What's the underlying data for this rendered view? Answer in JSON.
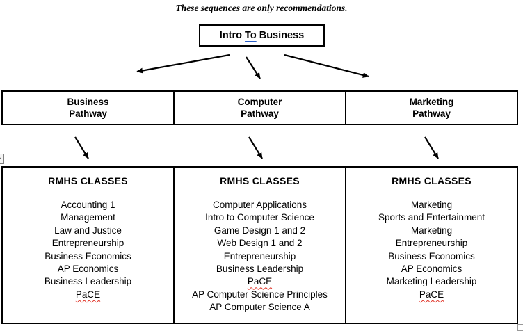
{
  "note": "These sequences are only recommendations.",
  "intro_box": {
    "part1": "Intro ",
    "part2": "To",
    "part3": " Business"
  },
  "pathways": [
    {
      "line1": "Business",
      "line2": "Pathway"
    },
    {
      "line1": "Computer",
      "line2": "Pathway"
    },
    {
      "line1": "Marketing",
      "line2": "Pathway"
    }
  ],
  "classes_columns": [
    {
      "heading": "RMHS CLASSES",
      "items": [
        "Accounting 1",
        "Management",
        "Law and Justice",
        "Entrepreneurship",
        "Business Economics",
        "AP Economics",
        "Business Leadership",
        {
          "text": "PaCE",
          "squiggle": true
        }
      ]
    },
    {
      "heading": "RMHS CLASSES",
      "items": [
        "Computer Applications",
        "Intro to Computer Science",
        "Game Design 1 and 2",
        "Web Design 1 and 2",
        "Entrepreneurship",
        "Business Leadership",
        {
          "text": "PaCE",
          "squiggle": true
        },
        "AP Computer Science Principles",
        "AP Computer Science A"
      ]
    },
    {
      "heading": "RMHS CLASSES",
      "items": [
        "Marketing",
        "Sports and Entertainment",
        "Marketing",
        "Entrepreneurship",
        "Business Economics",
        "AP Economics",
        "Marketing Leadership",
        {
          "text": "PaCE",
          "squiggle": true
        }
      ]
    }
  ],
  "artifacts": {
    "move_handle_glyph": "+"
  },
  "colors": {
    "grammar_underline": "#2b5fc7",
    "spell_underline": "#e03428",
    "border": "#000000",
    "background": "#ffffff"
  }
}
